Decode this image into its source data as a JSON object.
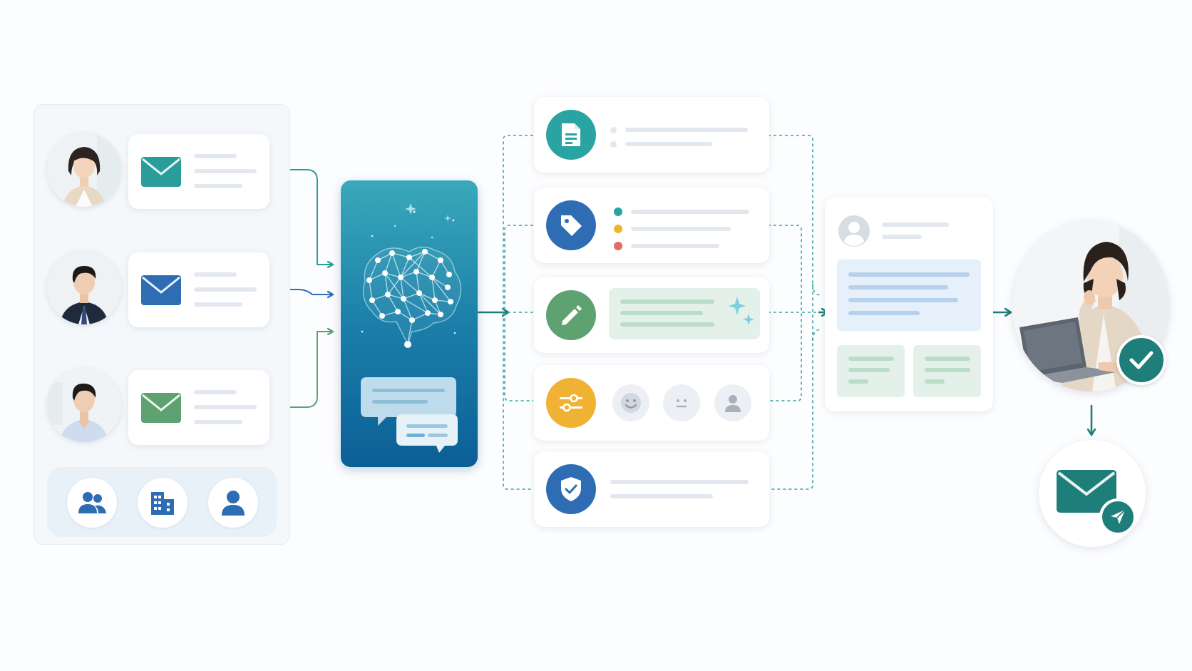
{
  "colors": {
    "teal": "#2a9d9a",
    "blue": "#2e6db4",
    "green": "#5ea271",
    "yellow": "#f0b233",
    "deep_teal": "#1e7f7a",
    "brain_top": "#39a9b9",
    "brain_bottom": "#0b5f96"
  },
  "senders": [
    {
      "name": "sender-woman",
      "envelope": "teal-envelope-icon"
    },
    {
      "name": "sender-man-suit",
      "envelope": "blue-envelope-icon"
    },
    {
      "name": "sender-man-shirt",
      "envelope": "green-envelope-icon"
    }
  ],
  "sender_types": [
    "group-icon",
    "building-icon",
    "person-icon"
  ],
  "ai_engine": {
    "icon": "neural-brain-icon",
    "chat": "chat-bubbles-icon"
  },
  "processing_steps": [
    {
      "id": "summarize",
      "icon": "document-icon"
    },
    {
      "id": "classify",
      "icon": "tag-icon"
    },
    {
      "id": "draft",
      "icon": "pencil-icon"
    },
    {
      "id": "tone",
      "icon": "sliders-icon"
    },
    {
      "id": "compliance",
      "icon": "shield-check-icon"
    }
  ],
  "status_dots": [
    "#2aa3a3",
    "#f0b233",
    "#e56a6a"
  ],
  "tone_options": [
    "smile-icon",
    "neutral-icon",
    "person-icon"
  ],
  "review": {
    "icon": "profile-icon"
  },
  "approver": {
    "icon": "check-badge-icon"
  },
  "output": {
    "icon": "send-email-icon"
  }
}
